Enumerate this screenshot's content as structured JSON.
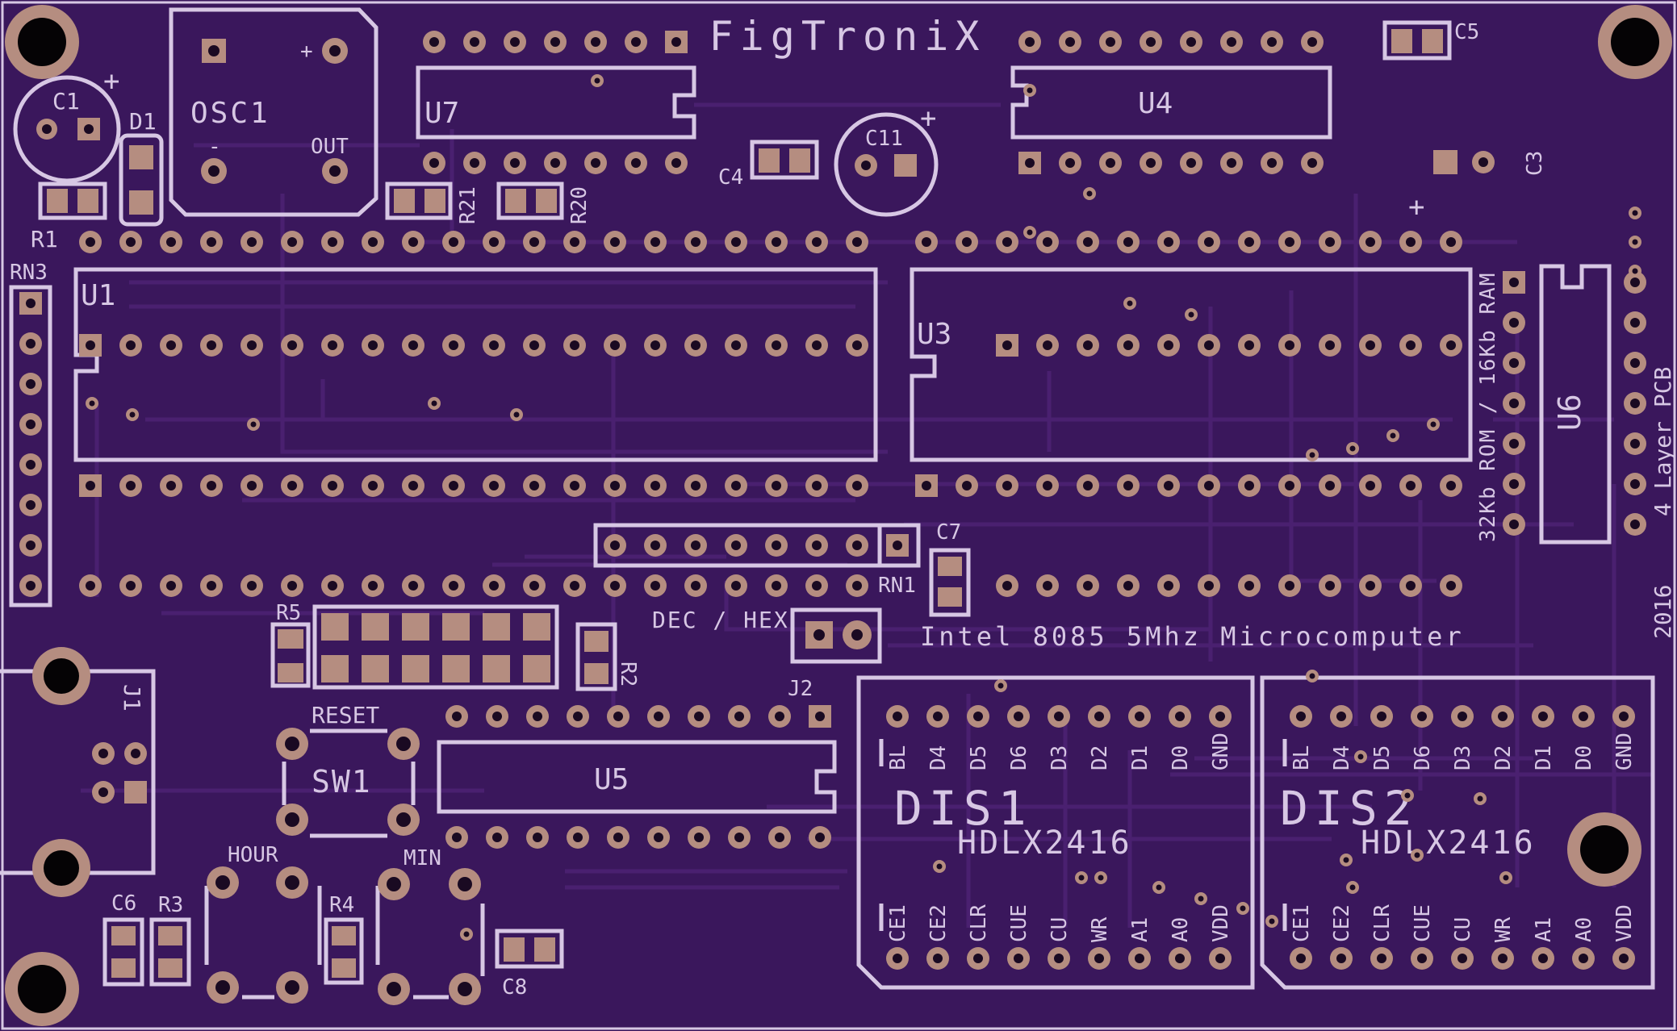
{
  "board": {
    "brand": "FigTroniX",
    "subtitle": "Intel 8085 5Mhz Microcomputer",
    "side_note_1": "2016",
    "side_note_2": "4 Layer PCB",
    "colors": {
      "board": "#3a175c",
      "silk": "#d7c7e4",
      "copper": "#b58d80",
      "trace": "#4a2070"
    }
  },
  "refdes": {
    "c1": "C1",
    "d1": "D1",
    "r1": "R1",
    "osc1": "OSC1",
    "osc_plus": "+",
    "osc_minus": "-",
    "osc_out": "OUT",
    "r21": "R21",
    "r20": "R20",
    "u7": "U7",
    "u4": "U4",
    "c4": "C4",
    "c11": "C11",
    "c5": "C5",
    "c3": "C3",
    "rn3": "RN3",
    "u1": "U1",
    "u3": "U3",
    "u6": "U6",
    "mem_note": "32Kb ROM / 16Kb RAM",
    "c7": "C7",
    "rn1": "RN1",
    "dechex": "DEC / HEX",
    "j2": "J2",
    "r5": "R5",
    "r2": "R2",
    "j1": "J1",
    "reset": "RESET",
    "sw1": "SW1",
    "u5": "U5",
    "hour": "HOUR",
    "min": "MIN",
    "c6": "C6",
    "r3": "R3",
    "r4": "R4",
    "c8": "C8",
    "dis1": "DIS1",
    "dis2": "DIS2",
    "hdlx1": "HDLX2416",
    "hdlx2": "HDLX2416",
    "plus": "+"
  },
  "display_pins_top": [
    "BL",
    "D4",
    "D5",
    "D6",
    "D3",
    "D2",
    "D1",
    "D0",
    "GND"
  ],
  "display_pins_bottom": [
    "CE1",
    "CE2",
    "CLR",
    "CUE",
    "CU",
    "WR",
    "A1",
    "A0",
    "VDD"
  ]
}
